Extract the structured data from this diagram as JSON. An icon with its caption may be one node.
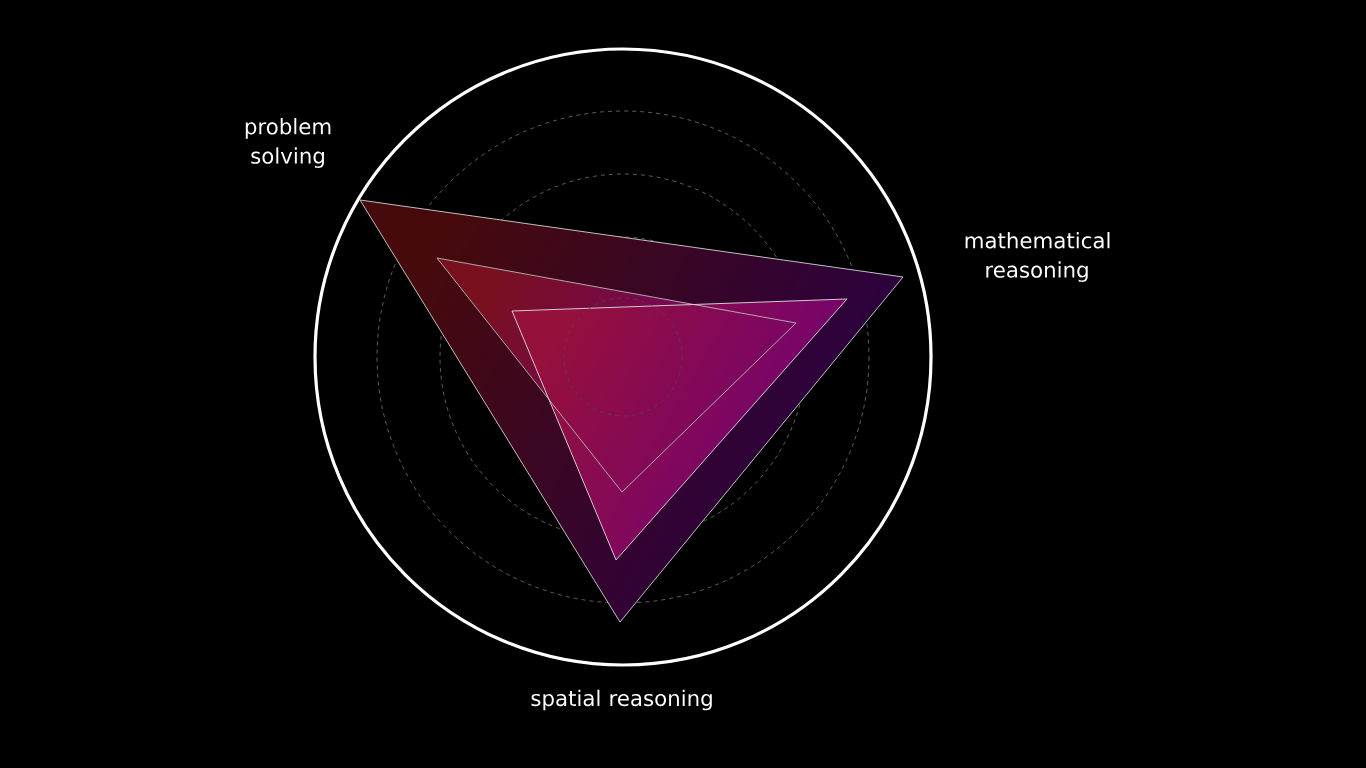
{
  "diagram": {
    "labels": [
      "problem solving",
      "mathematical reasoning",
      "spatial reasoning"
    ]
  }
}
